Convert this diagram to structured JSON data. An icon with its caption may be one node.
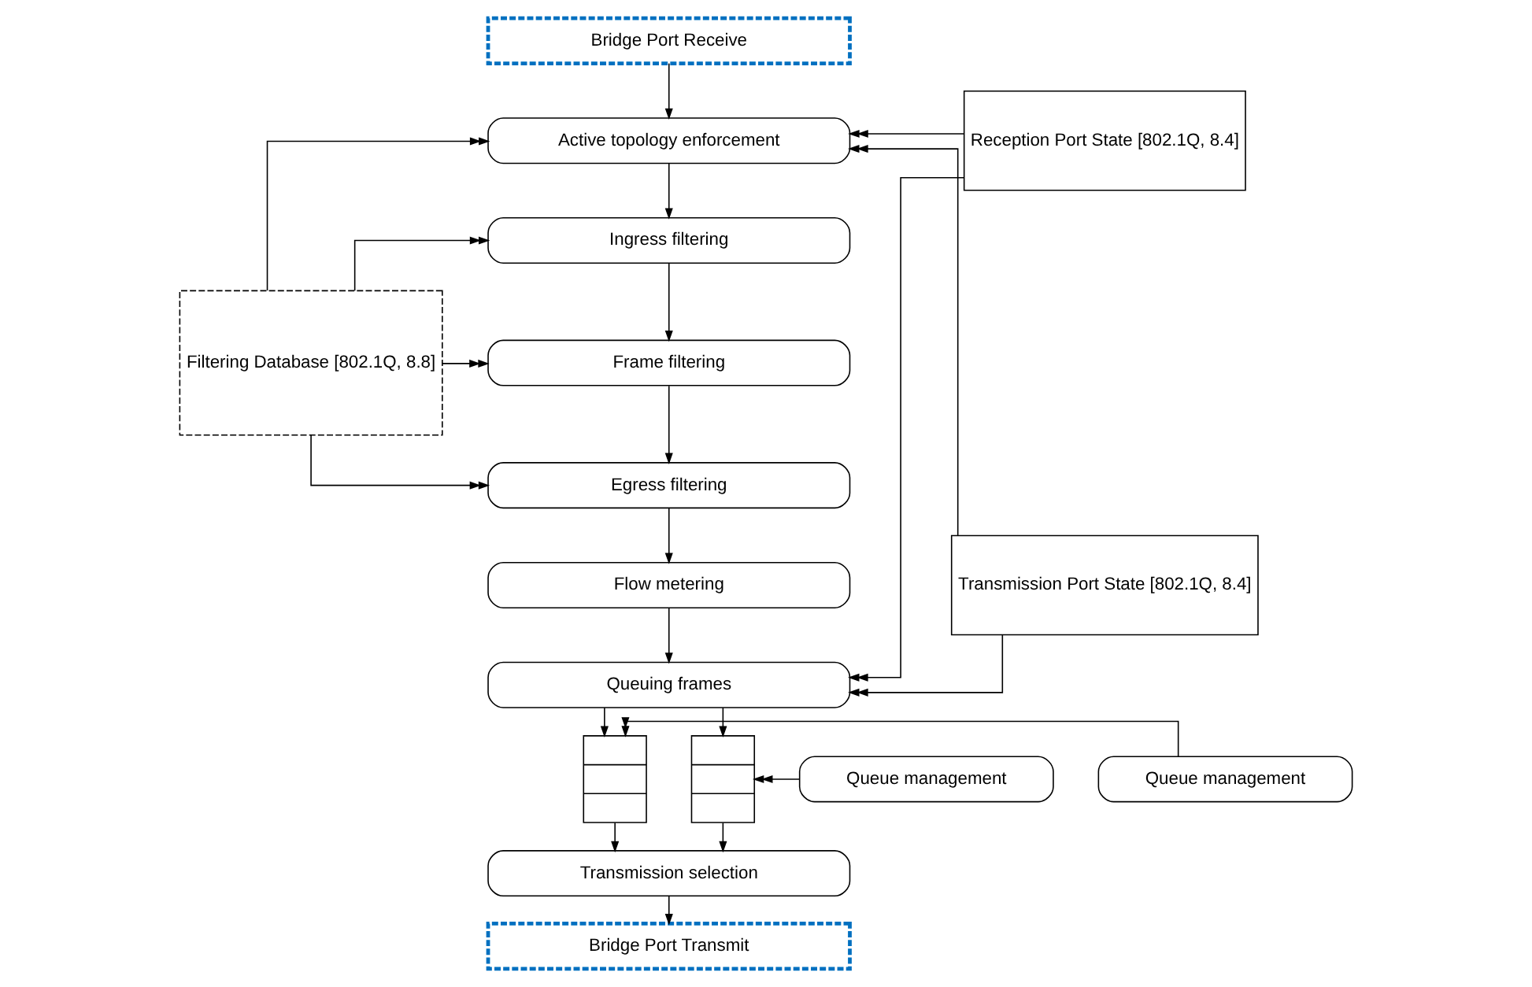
{
  "diagram": {
    "nodes": [
      {
        "text": [
          "Bridge Port Receive"
        ]
      },
      {
        "text": [
          "Reception Port State [802.1Q, 8.4]"
        ]
      },
      {
        "text": [
          "Active topology enforcement"
        ]
      },
      {
        "text": [
          "Filtering Database [802.1Q, 8.8]"
        ]
      },
      {
        "text": [
          "Ingress filtering"
        ]
      },
      {
        "text": [
          "Frame filtering"
        ]
      },
      {
        "text": [
          "Egress filtering"
        ]
      },
      {
        "text": [
          "Transmission Port State [802.1Q, 8.4]"
        ]
      },
      {
        "text": [
          "Flow metering"
        ]
      },
      {
        "text": [
          "Queuing frames"
        ]
      },
      {
        "text": [
          "Queue management"
        ]
      },
      {
        "text": [],
        "shape": "box"
      },
      {
        "text": [],
        "shape": "box"
      },
      {
        "text": [
          "Queue management"
        ]
      },
      {
        "text": [
          "Transmission selection"
        ]
      },
      {
        "text": [
          "Bridge Port Transmit"
        ]
      }
    ],
    "edges": [
      {
        "from": 0,
        "to": 2,
        "arrow": "to"
      },
      {
        "from": 1,
        "to": 2,
        "arrow": "to"
      },
      {
        "from": 1,
        "to": 9,
        "arrow": "to"
      },
      {
        "from": 3,
        "to": 2,
        "arrow": "to"
      },
      {
        "from": 2,
        "to": 4,
        "arrow": "to"
      },
      {
        "from": 3,
        "to": 4,
        "arrow": "to"
      },
      {
        "from": 4,
        "to": 5,
        "arrow": "to"
      },
      {
        "from": 3,
        "to": 5,
        "arrow": "to"
      },
      {
        "from": 5,
        "to": 6,
        "arrow": "to"
      },
      {
        "from": 3,
        "to": 6,
        "arrow": "to"
      },
      {
        "from": 6,
        "to": 8,
        "arrow": "to"
      },
      {
        "from": 7,
        "to": 2,
        "arrow": "to"
      },
      {
        "from": 7,
        "to": 9,
        "arrow": "to"
      },
      {
        "from": 8,
        "to": 9,
        "arrow": "to"
      },
      {
        "from": 9,
        "to": 11,
        "arrow": "to"
      },
      {
        "from": 9,
        "to": 12,
        "arrow": "to"
      },
      {
        "from": 10,
        "to": 11,
        "arrow": "to"
      },
      {
        "from": 13,
        "to": 12,
        "arrow": "to"
      },
      {
        "from": 11,
        "to": 14,
        "arrow": "to"
      },
      {
        "from": 12,
        "to": 14,
        "arrow": "to"
      },
      {
        "from": 14,
        "to": 15,
        "arrow": "to"
      }
    ]
  }
}
